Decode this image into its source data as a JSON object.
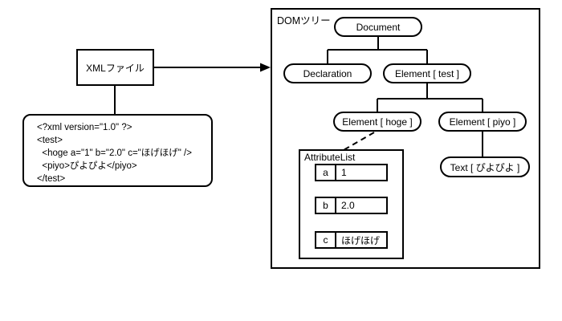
{
  "xml_file": {
    "label": "XMLファイル"
  },
  "xml_source": {
    "lines": [
      "<?xml version=\"1.0\" ?>",
      "<test>",
      "  <hoge a=\"1\" b=\"2.0\" c=\"ほげほげ\" />",
      "  <piyo>ぴよぴよ</piyo>",
      "</test>"
    ]
  },
  "dom_tree": {
    "title": "DOMツリー",
    "nodes": {
      "document": {
        "label": "Document"
      },
      "declaration": {
        "label": "Declaration"
      },
      "element_test": {
        "label": "Element [ test ]"
      },
      "element_hoge": {
        "label": "Element [ hoge ]"
      },
      "element_piyo": {
        "label": "Element [ piyo ]"
      },
      "text_piyo": {
        "label": "Text [ ぴよぴよ ]"
      }
    },
    "attribute_list": {
      "title": "AttributeList",
      "rows": [
        {
          "key": "a",
          "value": "1"
        },
        {
          "key": "b",
          "value": "2.0"
        },
        {
          "key": "c",
          "value": "ほげほげ"
        }
      ]
    }
  },
  "colors": {
    "line": "#000000",
    "background": "#ffffff"
  }
}
